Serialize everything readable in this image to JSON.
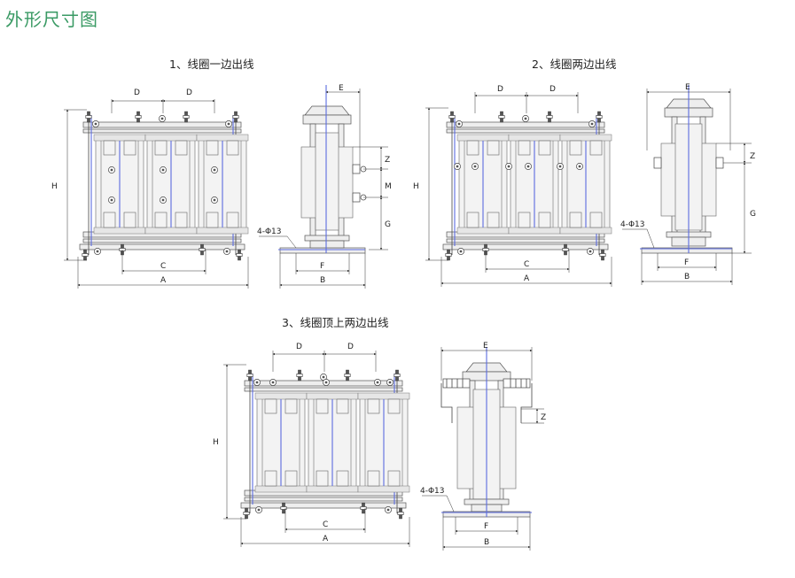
{
  "title": "外形尺寸图",
  "figures": [
    {
      "caption": "1、线圈一边出线",
      "front_labels": {
        "d1": "D",
        "d2": "D",
        "h": "H",
        "c": "C",
        "a": "A"
      },
      "side_labels": {
        "e": "E",
        "z": "Z",
        "m": "M",
        "g": "G",
        "f": "F",
        "b": "B",
        "holes": "4-Φ13"
      }
    },
    {
      "caption": "2、线圈两边出线",
      "front_labels": {
        "d1": "D",
        "d2": "D",
        "h": "H",
        "c": "C",
        "a": "A"
      },
      "side_labels": {
        "e": "E",
        "z": "Z",
        "g": "G",
        "f": "F",
        "b": "B",
        "holes": "4-Φ13"
      }
    },
    {
      "caption": "3、线圈顶上两边出线",
      "front_labels": {
        "d1": "D",
        "d2": "D",
        "h": "H",
        "c": "C",
        "a": "A"
      },
      "side_labels": {
        "e": "E",
        "z": "Z",
        "f": "F",
        "b": "B",
        "holes": "4-Φ13"
      }
    }
  ],
  "colors": {
    "title": "#3a9a64",
    "axis_line": "#5b6be0",
    "line": "#444444"
  }
}
